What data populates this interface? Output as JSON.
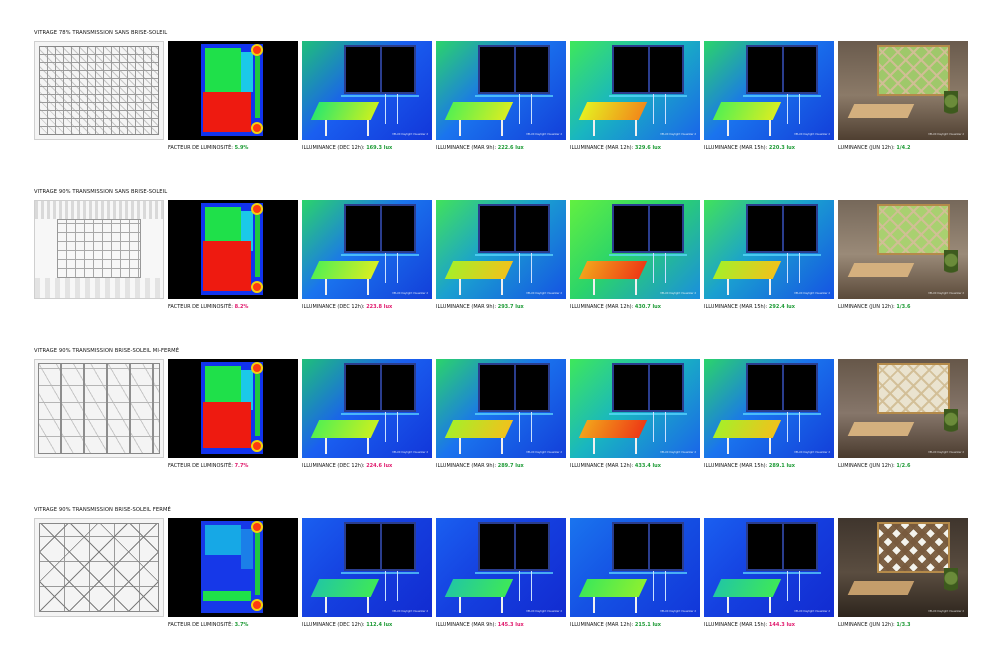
{
  "rows": [
    {
      "title": "VITRAGE 78% TRANSMISSION SANS BRISE-SOLEIL",
      "factor": {
        "label": "FACTEUR DE LUMINOSITÉ:",
        "value": "5.9%",
        "color": "#1d9a35"
      },
      "ill": [
        {
          "label": "ILLUMINANCE (DEC 12h):",
          "value": "169.3 lux",
          "color": "#1d9a35"
        },
        {
          "label": "ILLUMINANCE (MAR 9h):",
          "value": "222.6 lux",
          "color": "#1d9a35"
        },
        {
          "label": "ILLUMINANCE (MAR 12h):",
          "value": "329.6 lux",
          "color": "#1d9a35"
        },
        {
          "label": "ILLUMINANCE (MAR 15h):",
          "value": "220.3 lux",
          "color": "#1d9a35"
        }
      ],
      "lum": {
        "label": "LUMINANCE (JUN 12h):",
        "value": "1/4.2",
        "color": "#1d9a35"
      }
    },
    {
      "title": "VITRAGE 90% TRANSMISSION SANS BRISE-SOLEIL",
      "factor": {
        "label": "FACTEUR DE LUMINOSITÉ:",
        "value": "8.2%",
        "color": "#e0196c"
      },
      "ill": [
        {
          "label": "ILLUMINANCE (DEC 12h):",
          "value": "223.8 lux",
          "color": "#e0196c"
        },
        {
          "label": "ILLUMINANCE (MAR 9h):",
          "value": "293.7 lux",
          "color": "#1d9a35"
        },
        {
          "label": "ILLUMINANCE (MAR 12h):",
          "value": "430.7 lux",
          "color": "#1d9a35"
        },
        {
          "label": "ILLUMINANCE (MAR 15h):",
          "value": "292.4 lux",
          "color": "#1d9a35"
        }
      ],
      "lum": {
        "label": "LUMINANCE (JUN 12h):",
        "value": "1/3.6",
        "color": "#1d9a35"
      }
    },
    {
      "title": "VITRAGE 90% TRANSMISSION BRISE-SOLEIL MI-FERMÉ",
      "factor": {
        "label": "FACTEUR DE LUMINOSITÉ:",
        "value": "7.7%",
        "color": "#e0196c"
      },
      "ill": [
        {
          "label": "ILLUMINANCE (DEC 12h):",
          "value": "224.6 lux",
          "color": "#e0196c"
        },
        {
          "label": "ILLUMINANCE (MAR 9h):",
          "value": "289.7 lux",
          "color": "#1d9a35"
        },
        {
          "label": "ILLUMINANCE (MAR 12h):",
          "value": "433.4 lux",
          "color": "#1d9a35"
        },
        {
          "label": "ILLUMINANCE (MAR 15h):",
          "value": "289.1 lux",
          "color": "#1d9a35"
        }
      ],
      "lum": {
        "label": "LUMINANCE (JUN 12h):",
        "value": "1/2.6",
        "color": "#1d9a35"
      }
    },
    {
      "title": "VITRAGE 90% TRANSMISSION BRISE-SOLEIL FERMÉ",
      "factor": {
        "label": "FACTEUR DE LUMINOSITÉ:",
        "value": "3.7%",
        "color": "#1d9a35"
      },
      "ill": [
        {
          "label": "ILLUMINANCE (DEC 12h):",
          "value": "112.4 lux",
          "color": "#1d9a35"
        },
        {
          "label": "ILLUMINANCE (MAR 9h):",
          "value": "145.3 lux",
          "color": "#e0196c"
        },
        {
          "label": "ILLUMINANCE (MAR 12h):",
          "value": "215.1 lux",
          "color": "#1d9a35"
        },
        {
          "label": "ILLUMINANCE (MAR 15h):",
          "value": "144.3 lux",
          "color": "#e0196c"
        }
      ],
      "lum": {
        "label": "LUMINANCE (JUN 12h):",
        "value": "1/3.3",
        "color": "#1d9a35"
      }
    }
  ],
  "render_credit": "VELUX Daylight Visualizer 2"
}
